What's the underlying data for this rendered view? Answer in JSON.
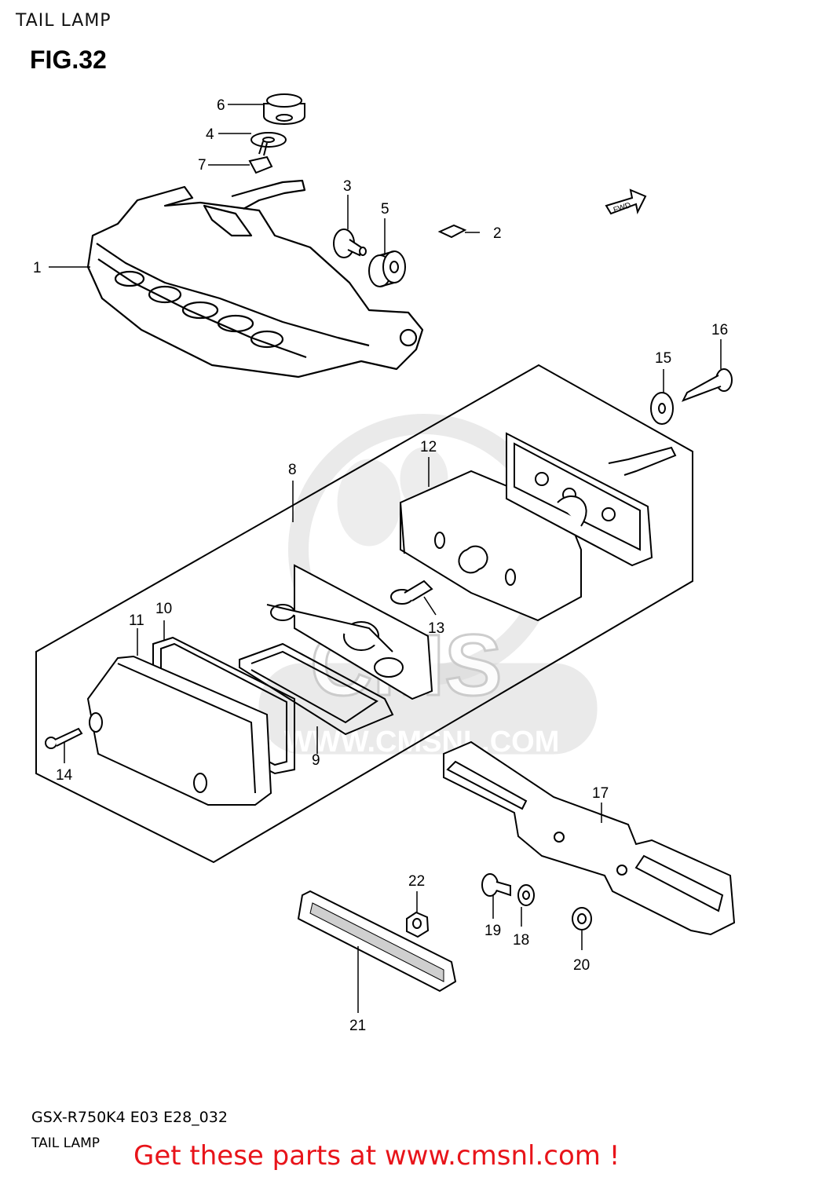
{
  "page": {
    "header": "TAIL LAMP",
    "figure": "FIG.32",
    "model_code": "GSX-R750K4 E03 E28_032",
    "caption": "TAIL LAMP",
    "promo": "Get these parts at www.cmsnl.com !",
    "watermark_url": "WWW.CMSNL.COM",
    "watermark_logo": "CMS",
    "fwd_label": "FWD"
  },
  "callouts": [
    "1",
    "2",
    "3",
    "4",
    "5",
    "6",
    "7",
    "8",
    "9",
    "10",
    "11",
    "12",
    "13",
    "14",
    "15",
    "16",
    "17",
    "18",
    "19",
    "20",
    "21",
    "22"
  ],
  "colors": {
    "line": "#000000",
    "promo": "#e8141a",
    "watermark": "#d9d9d9"
  }
}
